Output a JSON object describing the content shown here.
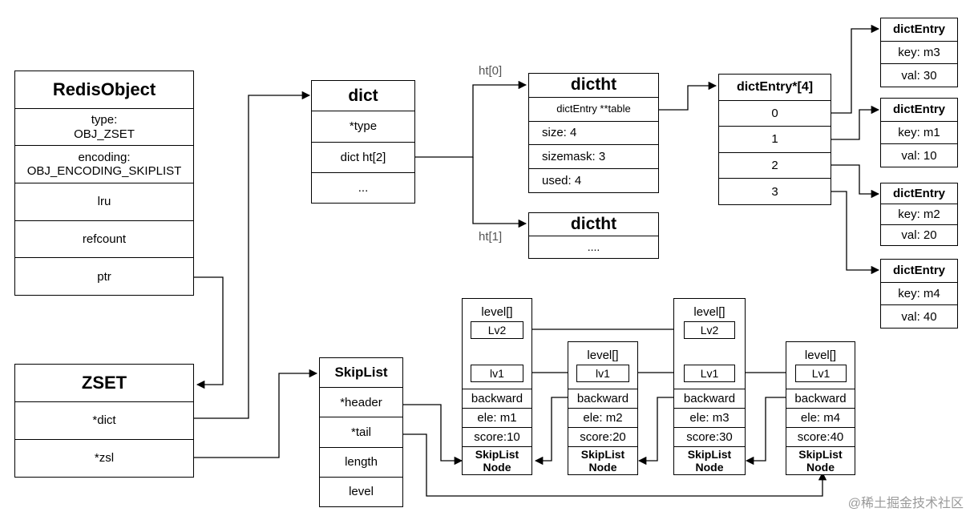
{
  "redis_object": {
    "title": "RedisObject",
    "fields": [
      "type:\nOBJ_ZSET",
      "encoding:\nOBJ_ENCODING_SKIPLIST",
      "lru",
      "refcount",
      "ptr"
    ]
  },
  "zset": {
    "title": "ZSET",
    "fields": [
      "*dict",
      "*zsl"
    ]
  },
  "dict": {
    "title": "dict",
    "fields": [
      "*type",
      "dict ht[2]",
      "..."
    ]
  },
  "ht_labels": [
    "ht[0]",
    "ht[1]"
  ],
  "dictht0": {
    "title": "dictht",
    "fields": [
      "dictEntry **table",
      "size: 4",
      "sizemask: 3",
      "used: 4"
    ]
  },
  "dictht1": {
    "title": "dictht",
    "fields": [
      "...."
    ]
  },
  "table": {
    "title": "dictEntry*[4]",
    "slots": [
      "0",
      "1",
      "2",
      "3"
    ]
  },
  "entries": [
    {
      "title": "dictEntry",
      "key": "key: m3",
      "val": "val: 30"
    },
    {
      "title": "dictEntry",
      "key": "key: m1",
      "val": "val: 10"
    },
    {
      "title": "dictEntry",
      "key": "key: m2",
      "val": "val: 20"
    },
    {
      "title": "dictEntry",
      "key": "key: m4",
      "val": "val: 40"
    }
  ],
  "skiplist": {
    "title": "SkipList",
    "fields": [
      "*header",
      "*tail",
      "length",
      "level"
    ]
  },
  "nodes": [
    {
      "level_label": "level[]",
      "levels": [
        "Lv2",
        "lv1"
      ],
      "backward": "backward",
      "ele": "ele: m1",
      "score": "score:10",
      "name": "SkipList\nNode"
    },
    {
      "level_label": "level[]",
      "levels": [
        "lv1"
      ],
      "backward": "backward",
      "ele": "ele: m2",
      "score": "score:20",
      "name": "SkipList\nNode"
    },
    {
      "level_label": "level[]",
      "levels": [
        "Lv2",
        "Lv1"
      ],
      "backward": "backward",
      "ele": "ele: m3",
      "score": "score:30",
      "name": "SkipList\nNode"
    },
    {
      "level_label": "level[]",
      "levels": [
        "Lv1"
      ],
      "backward": "backward",
      "ele": "ele: m4",
      "score": "score:40",
      "name": "SkipList\nNode"
    }
  ],
  "watermark": "@稀土掘金技术社区"
}
